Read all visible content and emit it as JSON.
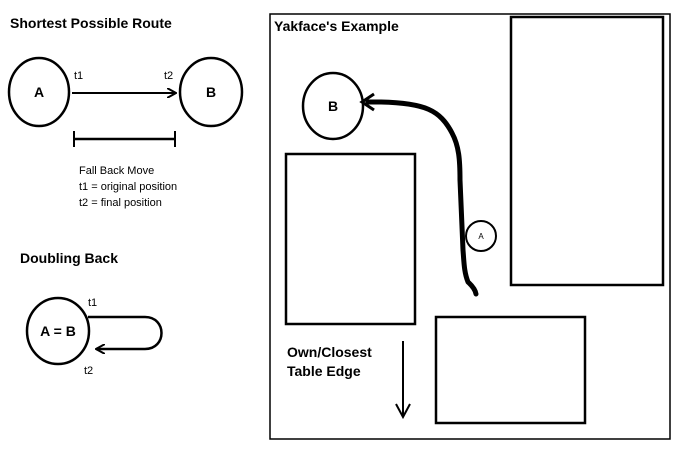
{
  "left": {
    "shortest": {
      "title": "Shortest Possible Route",
      "node_a": "A",
      "node_b": "B",
      "t1": "t1",
      "t2": "t2"
    },
    "legend": {
      "line1": "Fall Back Move",
      "line2": "t1 = original position",
      "line3": "t2 = final position"
    },
    "doubling": {
      "title": "Doubling Back",
      "node": "A = B",
      "t1": "t1",
      "t2": "t2"
    }
  },
  "right": {
    "title": "Yakface's Example",
    "node_b": "B",
    "node_a": "A",
    "edge_label_line1": "Own/Closest",
    "edge_label_line2": "Table Edge"
  }
}
